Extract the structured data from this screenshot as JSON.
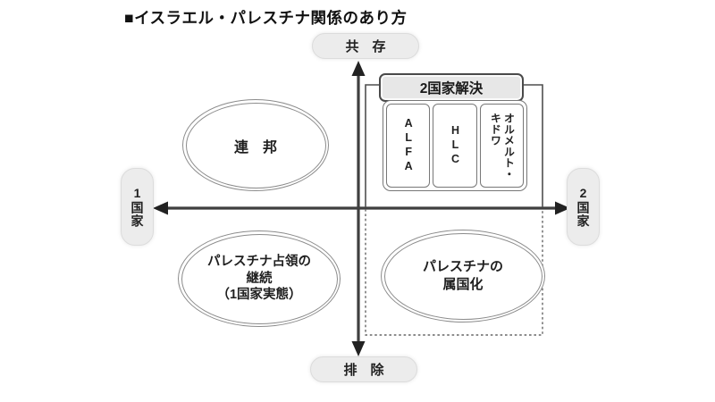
{
  "title": "■イスラエル・パレスチナ関係のあり方",
  "axes": {
    "top_label": "共　存",
    "bottom_label": "排　除",
    "left_label": "1国家",
    "right_label": "2国家"
  },
  "solution_group": {
    "label": "2国家解決",
    "items": [
      {
        "lines": [
          "ALFA"
        ]
      },
      {
        "lines": [
          "HLC"
        ]
      },
      {
        "lines": [
          "オルメルト・",
          "キドワ"
        ]
      }
    ]
  },
  "quadrants": {
    "top_left": {
      "lines": [
        "連　邦"
      ]
    },
    "bottom_left": {
      "lines": [
        "パレスチナ占領の",
        "継続",
        "（1国家実態）"
      ]
    },
    "bottom_right": {
      "lines": [
        "パレスチナの",
        "属国化"
      ]
    }
  },
  "colors": {
    "axis": "#3f3f3f",
    "arrowhead": "#222222",
    "connector": "#4f4f4f",
    "dashed_outline": "#666666",
    "pill_background": "#ececec",
    "label_box_fill": "#e7e7e7",
    "ellipse_outline": "#8b8b8b",
    "background": "#ffffff"
  }
}
